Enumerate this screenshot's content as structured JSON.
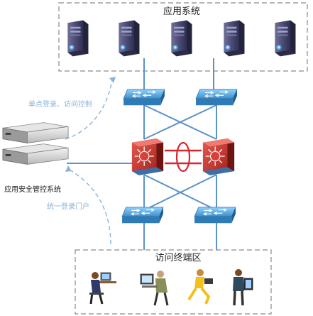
{
  "app_zone": {
    "title": "应用系统"
  },
  "access_zone": {
    "title": "访问终端区"
  },
  "security_system": {
    "label": "应用安全管控系统"
  },
  "annotations": {
    "sso": "单点登录、访问控制",
    "portal": "统一登录门户"
  },
  "colors": {
    "link": "#5a93c9",
    "zone_border": "#8a8a8a",
    "annotation": "#8bb3d8",
    "core_switch": "#c8332d",
    "access_switch": "#3d8fc8",
    "server": "#4a4a73",
    "ring": "#d6262e"
  },
  "icons": {
    "server": "server-icon",
    "switch": "switch-icon",
    "core_switch": "core-switch-icon",
    "appliance": "appliance-icon",
    "user": "user-icon"
  }
}
